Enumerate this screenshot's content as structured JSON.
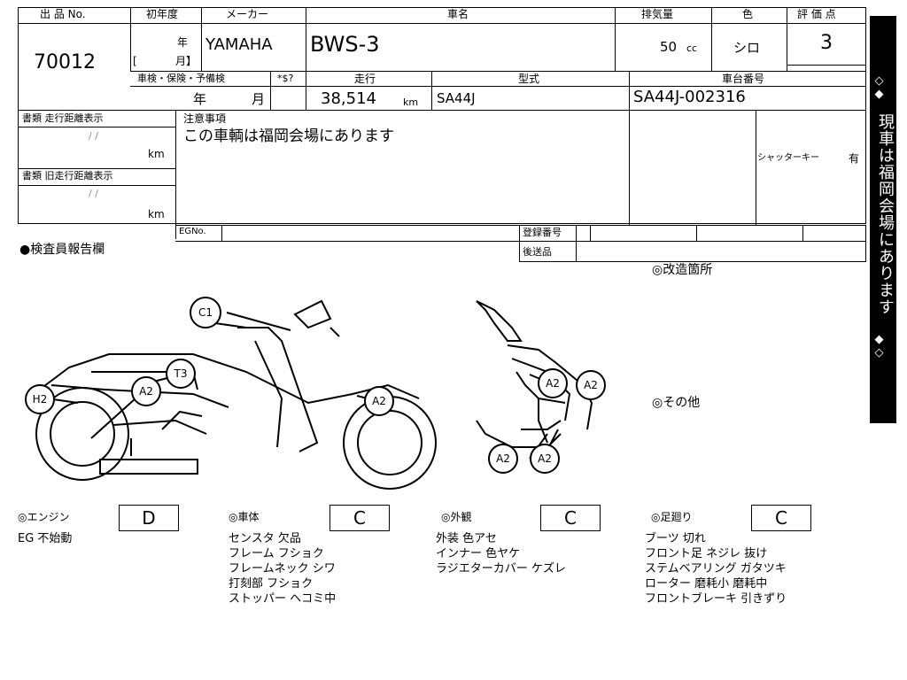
{
  "header": {
    "lot_no_label": "出 品 No.",
    "first_reg_label": "初年度",
    "maker_label": "メーカー",
    "model_name_label": "車名",
    "displacement_label": "排気量",
    "color_label": "色",
    "score_label": "評 価 点",
    "lot_no": "70012",
    "year_kanji": "年",
    "month_kanji": "月】",
    "bracket_open": "[",
    "maker": "YAMAHA",
    "model_name": "BWS-3",
    "displacement": "50",
    "displacement_unit": "cc",
    "color": "シロ",
    "score": "3"
  },
  "row2": {
    "inspection_label": "車検・保険・予備検",
    "tax_label": "*$?",
    "mileage_label": "走行",
    "type_label": "型式",
    "frame_label": "車台番号",
    "inspection_year": "年",
    "inspection_month": "月",
    "mileage": "38,514",
    "mileage_unit": "km",
    "type": "SA44J",
    "frame_no": "SA44J-002316"
  },
  "docs": {
    "doc_mileage_label": "書類 走行距離表示",
    "doc_old_mileage_label": "書類 旧走行距離表示",
    "date_slashes": "/ /",
    "km": "km",
    "notes_label": "注意事項",
    "notes_text": "この車輌は福岡会場にあります",
    "shutter_key_label": "シャッターキー",
    "shutter_key_value": "有",
    "egno_label": "EGNo.",
    "reg_no_label": "登録番号",
    "after_send_label": "後送品"
  },
  "inspector_label": "●検査員報告欄",
  "modified_label": "◎改造箇所",
  "other_label": "◎その他",
  "diagram_marks": {
    "c1": "C1",
    "t3": "T3",
    "h2": "H2",
    "a2": "A2"
  },
  "banner": {
    "top": "◇◆",
    "text": "現車は福岡会場にあります",
    "bottom": "◆◇"
  },
  "conditions": [
    {
      "label": "◎エンジン",
      "grade": "D",
      "notes": [
        "EG 不始動"
      ]
    },
    {
      "label": "◎車体",
      "grade": "C",
      "notes": [
        "センスタ 欠品",
        "フレーム フショク",
        "フレームネック シワ",
        "打刻部 フショク",
        "ストッパー ヘコミ中"
      ]
    },
    {
      "label": "◎外観",
      "grade": "C",
      "notes": [
        "外装 色アセ",
        "インナー 色ヤケ",
        "ラジエターカバー ケズレ"
      ]
    },
    {
      "label": "◎足廻り",
      "grade": "C",
      "notes": [
        "ブーツ 切れ",
        "フロント足 ネジレ 抜け",
        "ステムベアリング ガタツキ",
        "ローター 磨耗小 磨耗中",
        "フロントブレーキ 引きずり"
      ]
    }
  ]
}
